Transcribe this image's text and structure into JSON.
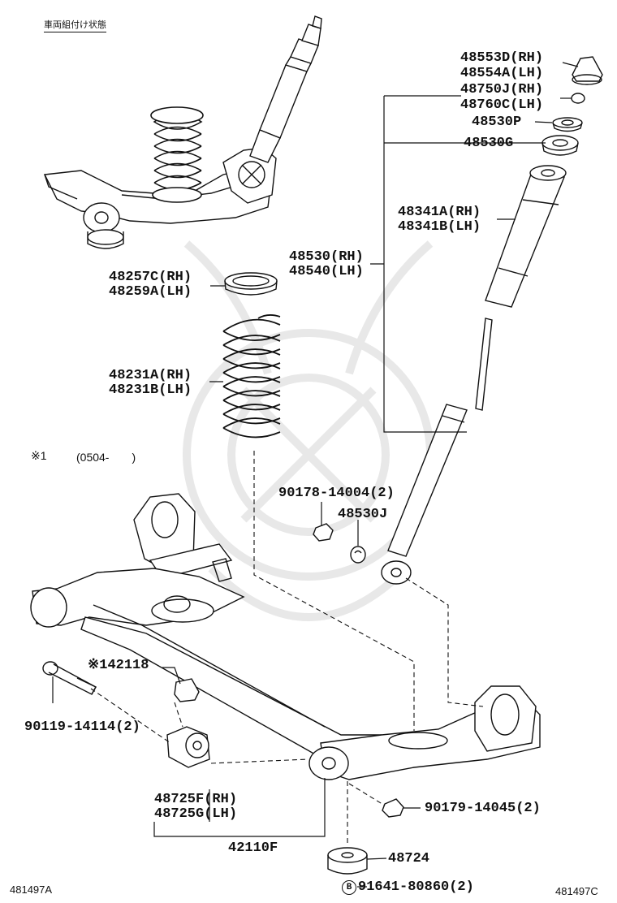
{
  "header": {
    "caption": "車両組付け状態"
  },
  "footer": {
    "left_code": "481497A",
    "right_code": "481497C"
  },
  "note": {
    "mark": "※1",
    "range": "(0504-　　)"
  },
  "parts": {
    "p48553D": "48553D(RH)",
    "p48554A": "48554A(LH)",
    "p48750J": "48750J(RH)",
    "p48760C": "48760C(LH)",
    "p48530P": "48530P",
    "p48530G": "48530G",
    "p48341A": "48341A(RH)",
    "p48341B": "48341B(LH)",
    "p48530": "48530(RH)",
    "p48540": "48540(LH)",
    "p48257C": "48257C(RH)",
    "p48259A": "48259A(LH)",
    "p48231A": "48231A(RH)",
    "p48231B": "48231B(LH)",
    "p90178": "90178-14004(2)",
    "p48530J": "48530J",
    "p142118": "※142118",
    "p90119": "90119-14114(2)",
    "p48725F": "48725F(RH)",
    "p48725G": "48725G(LH)",
    "p90179": "90179-14045(2)",
    "p42110F": "42110F",
    "p48724": "48724",
    "p91641_mark": "B",
    "p91641": "91641-80860(2)"
  },
  "colors": {
    "ink": "#111111",
    "watermark": "#e6e6e6",
    "background": "#ffffff"
  }
}
